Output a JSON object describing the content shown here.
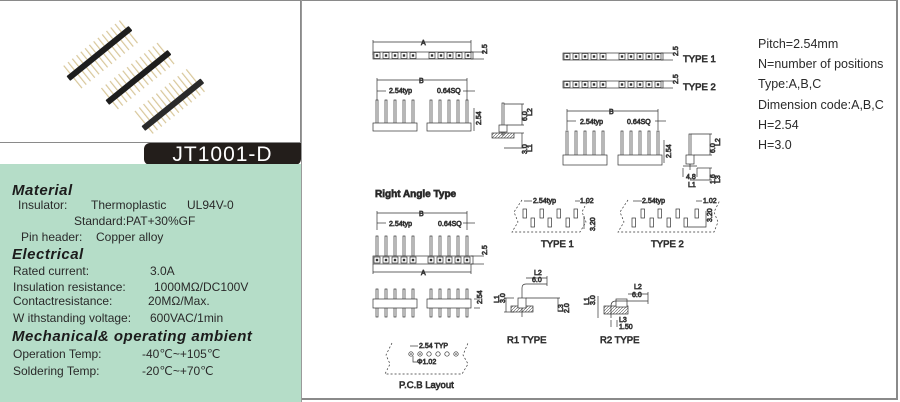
{
  "product": {
    "model": "JT1001-D"
  },
  "specs": {
    "material": {
      "heading": "Material",
      "insulator_label": "Insulator:",
      "insulator_value": "Thermoplastic",
      "insulator_rating": "UL94V-0",
      "standard": "Standard:PAT+30%GF",
      "pin_header_label": "Pin header:",
      "pin_header_value": "Copper alloy"
    },
    "electrical": {
      "heading": "Electrical",
      "rows": [
        {
          "label": "Rated current:",
          "value": "3.0A"
        },
        {
          "label": "Insulation resistance:",
          "value": "1000MΩ/DC100V"
        },
        {
          "label": "Contactresistance:",
          "value": "20MΩ/Max."
        },
        {
          "label": "W ithstanding voltage:",
          "value": "600VAC/1min"
        }
      ]
    },
    "mechanical": {
      "heading": "Mechanical& operating ambient",
      "rows": [
        {
          "label": "Operation Temp:",
          "value": "-40℃~+105℃"
        },
        {
          "label": "Soldering Temp:",
          "value": "-20℃~+70℃"
        }
      ]
    }
  },
  "notes": [
    "Pitch=2.54mm",
    "N=number of positions",
    "Type:A,B,C",
    "Dimension code:A,B,C",
    "H=2.54",
    "H=3.0"
  ],
  "drawings": {
    "dim_a": "A",
    "dim_b": "B",
    "pitch_typ": "2.54typ",
    "pin_sq": "0.64SQ",
    "dim_25": "2.5",
    "dim_254": "2.54",
    "dim_60": "6.0",
    "dim_30": "3.0",
    "dim_48": "4.8",
    "dim_16": "1.6",
    "dim_20": "2.0",
    "dim_150": "1.50",
    "dim_102": "1.02",
    "dim_320": "3.20",
    "l1": "L1",
    "l2": "L2",
    "l3": "L3",
    "type1": "TYPE 1",
    "type2": "TYPE 2",
    "right_angle_title": "Right Angle Type",
    "r1_type": "R1  TYPE",
    "r2_type": "R2  TYPE",
    "pcb_typ": "2.54 TYP",
    "pcb_hole": "Φ1.02",
    "pcb_layout": "P.C.B Layout"
  },
  "colors": {
    "spec_panel_bg": "#b5ddc8",
    "badge_bg": "#231e1b",
    "frame": "#8a8a8a"
  }
}
